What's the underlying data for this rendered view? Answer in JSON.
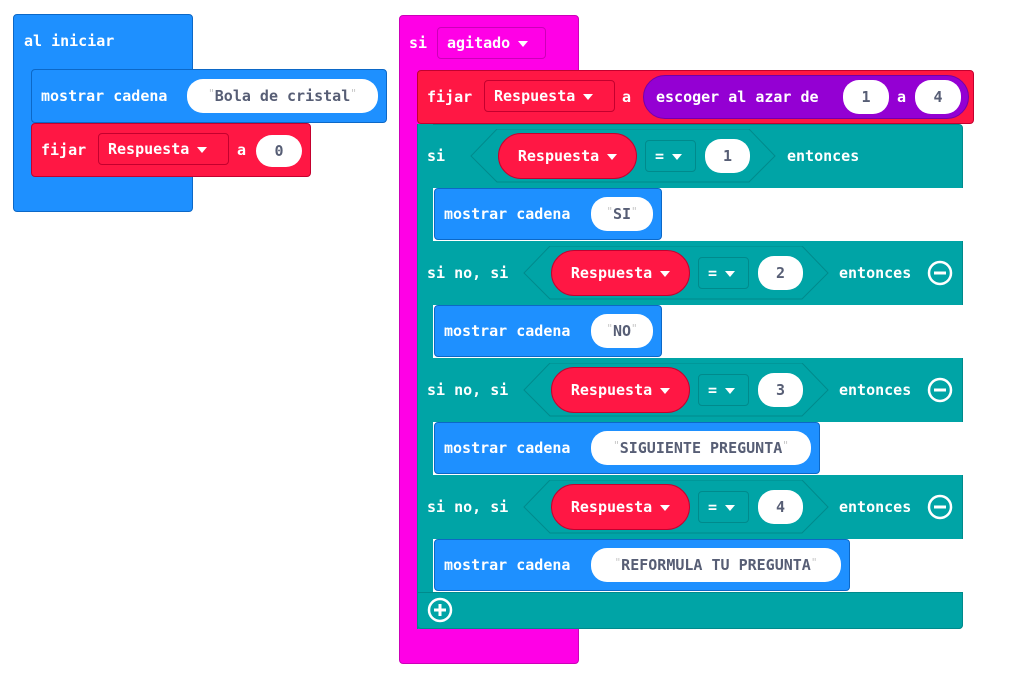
{
  "on_start": {
    "hat_label": "al iniciar",
    "show_string_label": "mostrar cadena",
    "show_string_value": "Bola de cristal",
    "set_label": "fijar",
    "set_variable": "Respuesta",
    "set_to_label": "a",
    "set_value": "0"
  },
  "on_shake": {
    "hat_if": "si",
    "gesture": "agitado",
    "set_label": "fijar",
    "set_variable": "Respuesta",
    "set_to_label": "a",
    "random_label": "escoger al azar de",
    "random_from": "1",
    "random_and_label": "a",
    "random_to": "4",
    "if_block": {
      "branches": [
        {
          "keyword": "si",
          "variable": "Respuesta",
          "operator": "=",
          "value": "1",
          "then": "entonces",
          "show_label": "mostrar cadena",
          "show_value": "SI"
        },
        {
          "keyword": "si no, si",
          "variable": "Respuesta",
          "operator": "=",
          "value": "2",
          "then": "entonces",
          "show_label": "mostrar cadena",
          "show_value": "NO"
        },
        {
          "keyword": "si no, si",
          "variable": "Respuesta",
          "operator": "=",
          "value": "3",
          "then": "entonces",
          "show_label": "mostrar cadena",
          "show_value": "SIGUIENTE PREGUNTA"
        },
        {
          "keyword": "si no, si",
          "variable": "Respuesta",
          "operator": "=",
          "value": "4",
          "then": "entonces",
          "show_label": "mostrar cadena",
          "show_value": "REFORMULA TU PREGUNTA"
        }
      ]
    }
  },
  "icons": {
    "dropdown": "caret-down-icon",
    "remove": "minus-circle-icon",
    "add": "plus-circle-icon"
  },
  "colors": {
    "basic": "#1e90ff",
    "variables": "#ff1744",
    "input": "#ff00e6",
    "logic": "#00a4a6",
    "math": "#9400d3"
  }
}
